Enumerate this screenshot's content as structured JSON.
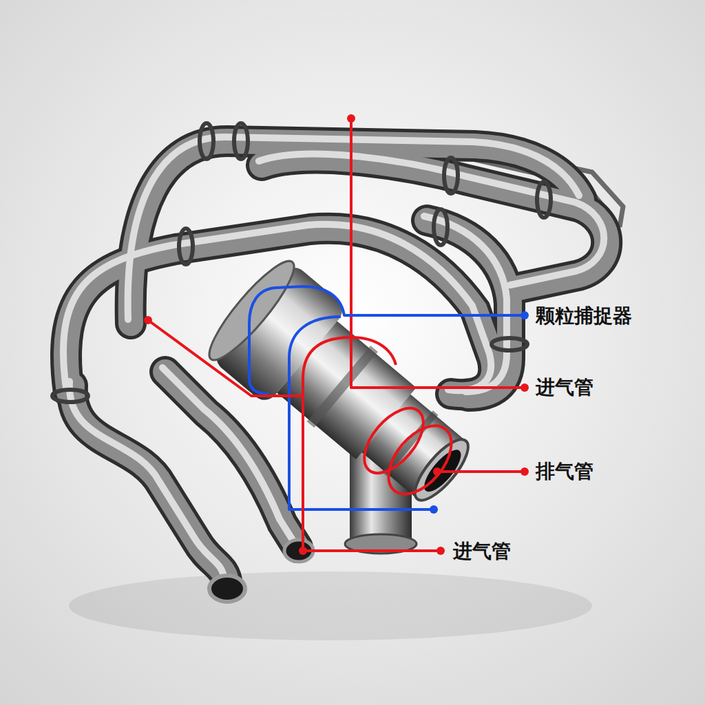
{
  "diagram": {
    "labels": [
      "颗粒捕捉器",
      "进气管",
      "排气管",
      "进气管"
    ]
  }
}
